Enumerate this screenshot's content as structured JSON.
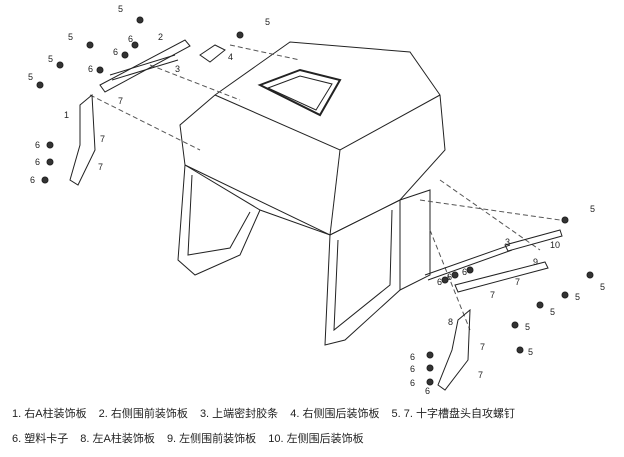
{
  "callouts": [
    "5",
    "5",
    "5",
    "5",
    "5",
    "6",
    "6",
    "6",
    "6",
    "6",
    "6",
    "1",
    "2",
    "3",
    "4",
    "7",
    "7",
    "7",
    "5",
    "5",
    "5",
    "5",
    "5",
    "5",
    "10",
    "9",
    "3",
    "6",
    "6",
    "6",
    "7",
    "7",
    "8",
    "6",
    "6",
    "6",
    "6",
    "7",
    "7"
  ],
  "legend": {
    "row1": [
      "1. 右A柱装饰板",
      "2. 右侧围前装饰板",
      "3. 上端密封胶条",
      "4. 右侧围后装饰板",
      "5. 7. 十字槽盘头自攻螺钉"
    ],
    "row2": [
      "6. 塑料卡子",
      "8. 左A柱装饰板",
      "9. 左侧围前装饰板",
      "10. 左侧围后装饰板"
    ]
  }
}
